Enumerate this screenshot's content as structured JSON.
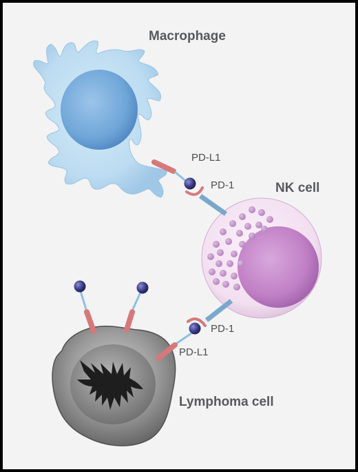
{
  "labels": {
    "macrophage": "Macrophage",
    "nk_cell": "NK cell",
    "lymphoma_cell": "Lymphoma cell",
    "pdl1_macrophage": "PD-L1",
    "pd1_upper": "PD-1",
    "pd1_lower": "PD-1",
    "pdl1_lymphoma": "PD-L1"
  },
  "colors": {
    "background": "#f3f3f4",
    "border": "#000000",
    "macrophage_body": "#bcdcf1",
    "macrophage_nucleus": "#6fa6d8",
    "nk_body": "#f2dff0",
    "nk_nucleus": "#c07fc5",
    "nk_granule": "#c496cc",
    "lymphoma_body": "#7e7e7e",
    "receptor_salmon": "#d6797a",
    "pd1_blue": "#7aa8cc",
    "antibody_ball": "#3a3a85"
  }
}
